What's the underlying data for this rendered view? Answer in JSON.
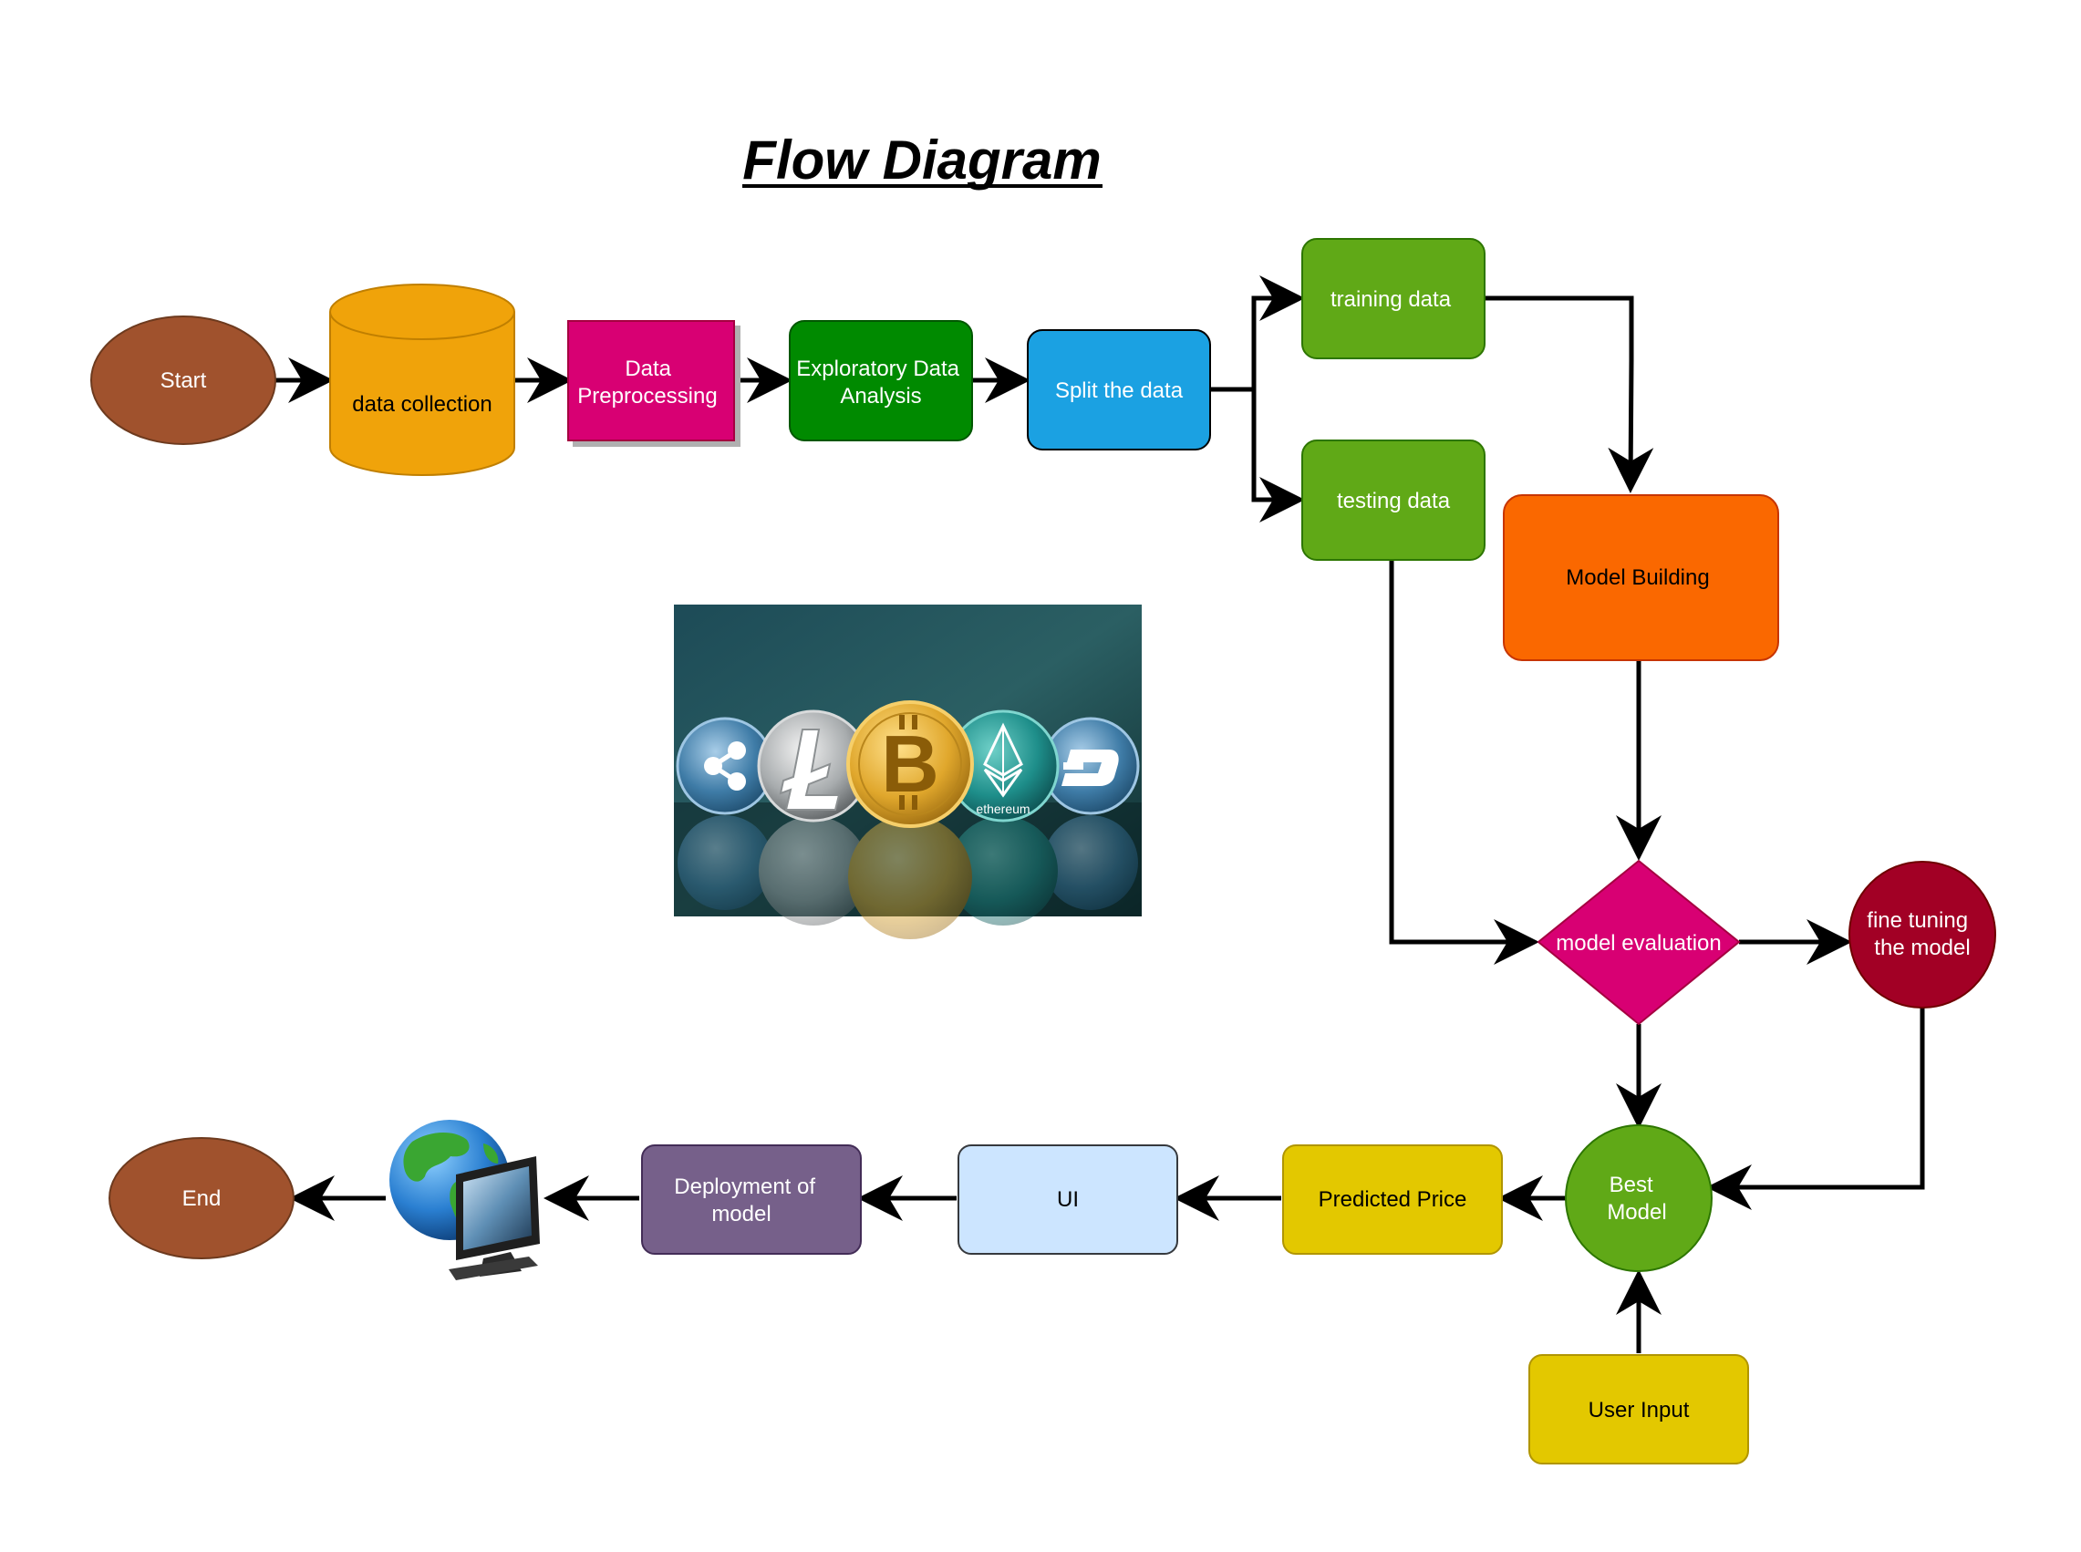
{
  "title": "Flow Diagram",
  "nodes": {
    "start": {
      "label": "Start"
    },
    "data_collection": {
      "label": "data collection"
    },
    "data_preprocessing": {
      "line1": "Data",
      "line2": "Preprocessing"
    },
    "eda": {
      "line1": "Exploratory Data",
      "line2": "Analysis"
    },
    "split": {
      "label": "Split the data"
    },
    "training": {
      "label": "training data"
    },
    "testing": {
      "label": "testing data"
    },
    "model_building": {
      "label": "Model Building"
    },
    "model_evaluation": {
      "label": "model evaluation"
    },
    "fine_tuning": {
      "line1": "fine tuning",
      "line2": "the model"
    },
    "best_model": {
      "line1": "Best",
      "line2": "Model"
    },
    "user_input": {
      "label": "User Input"
    },
    "predicted_price": {
      "label": "Predicted Price"
    },
    "ui": {
      "label": "UI"
    },
    "deployment": {
      "line1": "Deployment of",
      "line2": "model"
    },
    "end": {
      "label": "End"
    }
  },
  "coin_labels": {
    "ethereum": "ethereum"
  },
  "colors": {
    "start_end": "#a0522d",
    "data_collection": "#f0a30a",
    "data_preprocessing": "#d80073",
    "eda": "#008a00",
    "split": "#1ba1e2",
    "train_test": "#60a917",
    "model_building": "#fa6800",
    "model_evaluation": "#d80073",
    "fine_tuning": "#a20025",
    "best_model": "#60a917",
    "user_input": "#e3c800",
    "predicted_price": "#e3c800",
    "ui": "#cce5ff",
    "deployment": "#76608a"
  },
  "icons": [
    "crypto-coins-image",
    "globe-monitor-icon"
  ]
}
